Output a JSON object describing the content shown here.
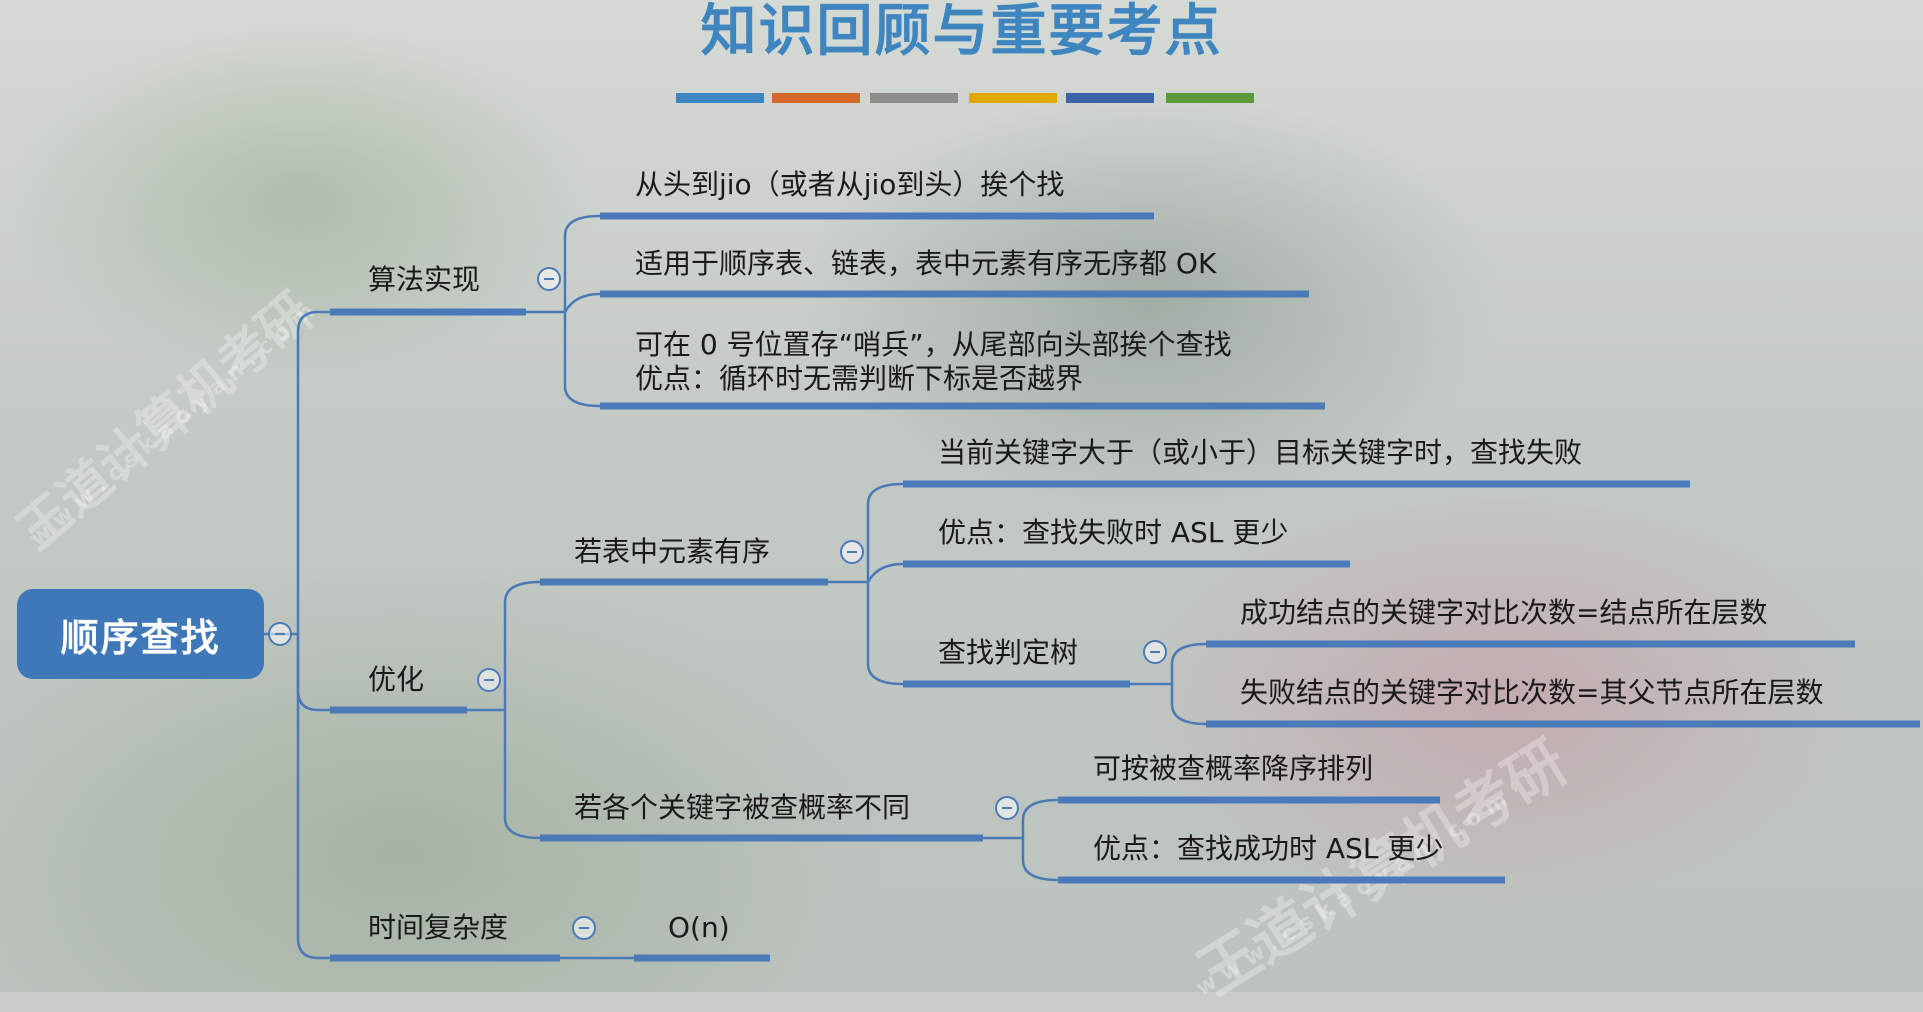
{
  "title": "知识回顾与重要考点",
  "title_bar_colors": [
    "#3d86c4",
    "#d36a2b",
    "#8c8c8c",
    "#e0a800",
    "#3b63a8",
    "#5a9a3a"
  ],
  "line_color": "#4a7ab8",
  "root": "顺序查找",
  "nodes": {
    "algo": "算法实现",
    "algo_1": "从头到jio（或者从jio到头）挨个找",
    "algo_2": "适用于顺序表、链表，表中元素有序无序都 OK",
    "algo_3": "可在 0 号位置存“哨兵”，从尾部向头部挨个查找\n优点：循环时无需判断下标是否越界",
    "opt": "优化",
    "ordered": "若表中元素有序",
    "ordered_1": "当前关键字大于（或小于）目标关键字时，查找失败",
    "ordered_2": "优点：查找失败时 ASL 更少",
    "tree": "查找判定树",
    "tree_1": "成功结点的关键字对比次数=结点所在层数",
    "tree_2": "失败结点的关键字对比次数=其父节点所在层数",
    "prob": "若各个关键字被查概率不同",
    "prob_1": "可按被查概率降序排列",
    "prob_2": "优点：查找成功时 ASL 更少",
    "time": "时间复杂度",
    "time_1": "O(n)"
  },
  "watermarks": [
    "王道计算机考研",
    "www.cskaoyan.com"
  ]
}
